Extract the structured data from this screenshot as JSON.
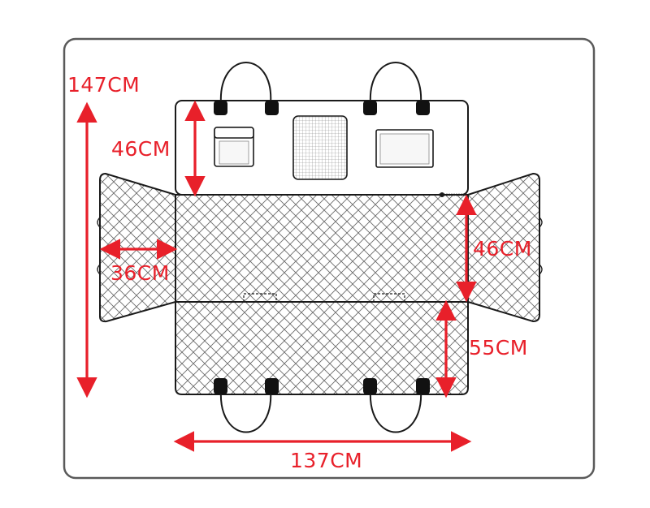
{
  "colors": {
    "outline": "#1a1a1a",
    "frame": "#5a5a5a",
    "dimension": "#e8202a",
    "quilt": "#6a6a6a",
    "mesh": "#777777"
  },
  "dimensions": {
    "total_height": "147CM",
    "backrest_height": "46CM",
    "side_flap_width": "36CM",
    "seat_depth": "46CM",
    "bottom_panel_height": "55CM",
    "total_width": "137CM"
  },
  "icons": {
    "handle": "strap-loop-icon",
    "mesh_window": "mesh-window-icon",
    "pocket": "storage-pocket-icon",
    "zipper": "zipper-pull-icon"
  }
}
